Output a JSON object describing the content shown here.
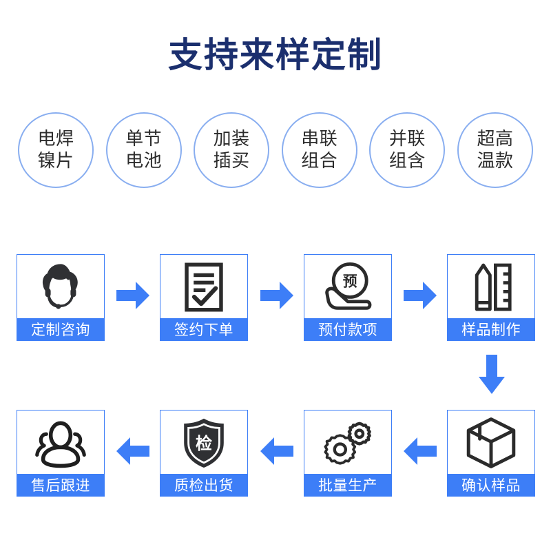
{
  "page": {
    "title": "支持来样定制",
    "background_color": "#ffffff",
    "title_color": "#1b2f6e",
    "accent_color": "#3d7ef7",
    "badge_border_color": "#89aef0",
    "icon_color": "#2b2b2b"
  },
  "badges": [
    {
      "line1": "电焊",
      "line2": "镍片",
      "text": "电焊镍片"
    },
    {
      "line1": "单节",
      "line2": "电池",
      "text": "单节电池"
    },
    {
      "line1": "加装",
      "line2": "插买",
      "text": "加装插买"
    },
    {
      "line1": "串联",
      "line2": "组合",
      "text": "串联组合"
    },
    {
      "line1": "并联",
      "line2": "组含",
      "text": "并联组含"
    },
    {
      "line1": "超高",
      "line2": "温款",
      "text": "超高温款"
    }
  ],
  "flow": {
    "steps": [
      {
        "order": 1,
        "label": "定制咨询",
        "icon": "customer-service-headset-icon"
      },
      {
        "order": 2,
        "label": "签约下单",
        "icon": "document-checkmark-icon"
      },
      {
        "order": 3,
        "label": "预付款项",
        "icon": "hand-holding-coin-icon",
        "coin_char": "预"
      },
      {
        "order": 4,
        "label": "样品制作",
        "icon": "pencil-ruler-icon"
      },
      {
        "order": 5,
        "label": "确认样品",
        "icon": "package-box-icon"
      },
      {
        "order": 6,
        "label": "批量生产",
        "icon": "gears-icon"
      },
      {
        "order": 7,
        "label": "质检出货",
        "icon": "shield-inspect-icon",
        "shield_char": "检"
      },
      {
        "order": 8,
        "label": "售后跟进",
        "icon": "user-group-icon"
      }
    ],
    "arrows": [
      {
        "id": 1,
        "direction": "right",
        "from": "定制咨询",
        "to": "签约下单"
      },
      {
        "id": 2,
        "direction": "right",
        "from": "签约下单",
        "to": "预付款项"
      },
      {
        "id": 3,
        "direction": "right",
        "from": "预付款项",
        "to": "样品制作"
      },
      {
        "id": 4,
        "direction": "down",
        "from": "样品制作",
        "to": "确认样品"
      },
      {
        "id": 5,
        "direction": "left",
        "from": "确认样品",
        "to": "批量生产"
      },
      {
        "id": 6,
        "direction": "left",
        "from": "批量生产",
        "to": "质检出货"
      },
      {
        "id": 7,
        "direction": "left",
        "from": "质检出货",
        "to": "售后跟进"
      }
    ]
  }
}
